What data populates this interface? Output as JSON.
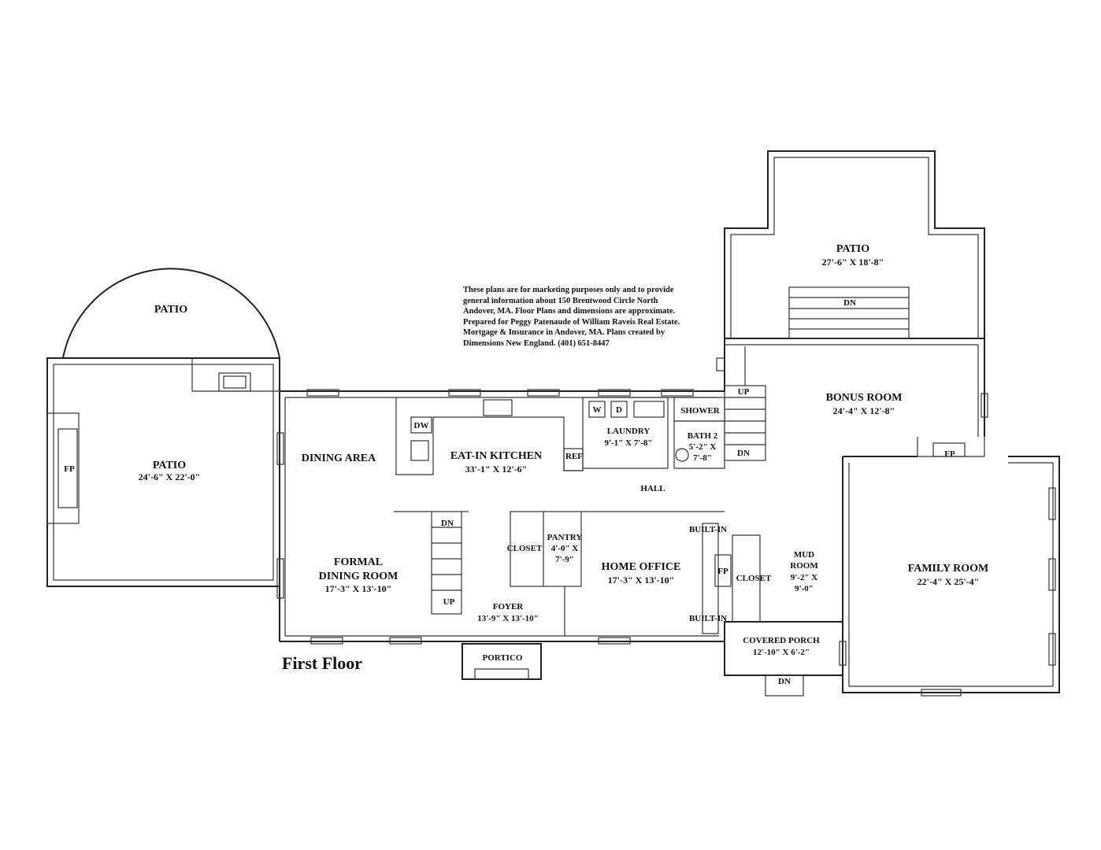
{
  "title": "First Floor",
  "disclaimer": "These plans are for marketing purposes only and to provide general information about 150 Brentwood Circle North Andover, MA.  Floor Plans and dimensions are approximate.  Prepared for Peggy Patenaude of William Raveis Real Estate. Mortgage & Insurance in Andover, MA.  Plans created by Dimensions New England.  (401) 651-8447",
  "rooms": {
    "patio_round": {
      "name": "PATIO"
    },
    "patio_left": {
      "name": "PATIO",
      "dims": "24'-6\" X 22'-0\""
    },
    "patio_top": {
      "name": "PATIO",
      "dims": "27'-6\" X 18'-8\""
    },
    "dining_area": {
      "name": "DINING AREA"
    },
    "kitchen": {
      "name": "EAT-IN KITCHEN",
      "dims": "33'-1\" X 12'-6\""
    },
    "laundry": {
      "name": "LAUNDRY",
      "dims": "9'-1\" X 7'-8\""
    },
    "shower": {
      "name": "SHOWER"
    },
    "bath2": {
      "name": "BATH 2",
      "dims_line1": "5'-2\" X",
      "dims_line2": "7'-8\""
    },
    "bonus": {
      "name": "BONUS ROOM",
      "dims": "24'-4\" X 12'-8\""
    },
    "hall": {
      "name": "HALL"
    },
    "formal_dining": {
      "name_line1": "FORMAL",
      "name_line2": "DINING ROOM",
      "dims": "17'-3\" X 13'-10\""
    },
    "pantry": {
      "name": "PANTRY",
      "dims_line1": "4'-0\" X",
      "dims_line2": "7'-9\""
    },
    "closet_left": {
      "name": "CLOSET"
    },
    "home_office": {
      "name": "HOME OFFICE",
      "dims": "17'-3\" X 13'-10\""
    },
    "foyer": {
      "name": "FOYER",
      "dims": "13'-9\" X 13'-10\""
    },
    "portico": {
      "name": "PORTICO"
    },
    "closet_right": {
      "name": "CLOSET"
    },
    "mud_room": {
      "name_line1": "MUD",
      "name_line2": "ROOM",
      "dims_line1": "9'-2\" X",
      "dims_line2": "9'-0\""
    },
    "covered_porch": {
      "name": "COVERED PORCH",
      "dims": "12'-10\" X 6'-2\""
    },
    "family_room": {
      "name": "FAMILY ROOM",
      "dims": "22'-4\" X 25'-4\""
    }
  },
  "fixtures": {
    "fp_patio": "FP",
    "fp_office": "FP",
    "fp_family": "FP",
    "dw": "DW",
    "ref": "REF",
    "washer": "W",
    "dryer": "D",
    "built_in_top": "BUILT-IN",
    "built_in_bottom": "BUILT-IN"
  },
  "stairs": {
    "main_dn": "DN",
    "main_up": "UP",
    "bonus_up": "UP",
    "bonus_dn": "DN",
    "patio_dn": "DN",
    "porch_dn": "DN"
  }
}
